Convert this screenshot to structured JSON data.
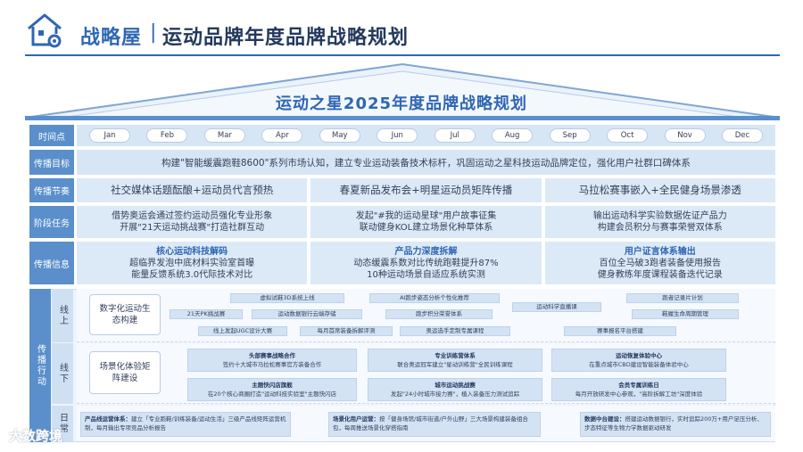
{
  "header": {
    "brand": "战略屋",
    "separator": "|",
    "title": "运动品牌年度品牌战略规划"
  },
  "roof_title": "运动之星2025年度品牌战略规划",
  "timeline": {
    "label": "时间点",
    "months": [
      "Jan",
      "Feb",
      "Mar",
      "Apr",
      "May",
      "Jun",
      "Jul",
      "Aug",
      "Sep",
      "Oct",
      "Nov",
      "Dec"
    ]
  },
  "goal": {
    "label": "传播目标",
    "text": "构建\"智能缓震跑鞋8600\"系列市场认知，建立专业运动装备技术标杆，巩固运动之星科技运动品牌定位，强化用户社群口碑体系"
  },
  "rhythm": {
    "label": "传播节奏",
    "items": [
      "社交媒体话题酝酿+运动员代言预热",
      "春夏新品发布会+明星运动员矩阵传播",
      "马拉松赛事嵌入+全民健身场景渗透"
    ]
  },
  "tasks": {
    "label": "阶段任务",
    "items": [
      {
        "line1": "借势奥运会通过签约运动员强化专业形象",
        "line2": "开展\"21天运动挑战赛\"打造社群互动"
      },
      {
        "line1": "发起\"#我的运动星球\"用户故事征集",
        "line2": "联动健身KOL建立场景化种草体系"
      },
      {
        "line1": "输出运动科学实验数据佐证产品力",
        "line2": "构建会员积分与赛事荣誉双体系"
      }
    ]
  },
  "info": {
    "label": "传播信息",
    "items": [
      {
        "title": "核心运动科技解码",
        "line1": "超临界发泡中底材料实验室首曝",
        "line2": "能量反馈系统3.0代际技术对比"
      },
      {
        "title": "产品力深度拆解",
        "line1": "动态缓震系数对比传统跑鞋提升87%",
        "line2": "10种运动场景自适应系统实测"
      },
      {
        "title": "用户证言体系输出",
        "line1": "百位全马破3跑者装备使用报告",
        "line2": "健身教练年度课程装备迭代记录"
      }
    ]
  },
  "propagation": {
    "label": "传播行动",
    "online": {
      "label": "线上",
      "box": "数字化运动生态构建",
      "tags": [
        "虚拟试鞋3D系统上线",
        "AI跑步姿态分析个性化推荐",
        "跑者记录片计划",
        "21天PK挑战赛",
        "运动数据银行云端存储",
        "跑步积分荣誉体系",
        "运动科学直播课",
        "鞋履生命周期管理",
        "线上发起UGC设计大赛",
        "每月首席装备拆解评测",
        "奥运选手定制专属课程",
        "赛事报名平台搭建"
      ]
    },
    "offline": {
      "label": "线下",
      "box": "场景化体验矩阵建设",
      "cards": [
        {
          "title": "头部赛事战略合作",
          "text": "签约十大城市马拉松赛事官方装备合作"
        },
        {
          "title": "专业训练营体系",
          "text": "联合奥运冠军建立\"星动训练营\"全民训练课程"
        },
        {
          "title": "运动恢复体验中心",
          "text": "在重点城市CBD建设智能装备体验中心"
        },
        {
          "title": "主题快闪店旗舰",
          "text": "在20个核心商圈打造\"运动科技实验室\"主题快闪店"
        },
        {
          "title": "城市运动挑战赛",
          "text": "发起\"24小时城市接力赛\"，植入装备压力测试追踪"
        },
        {
          "title": "会员专属训练日",
          "text": "每月开放研发中心参观，\"高阶拆解工坊\"深度体验"
        }
      ]
    },
    "daily": {
      "label": "日常",
      "items": [
        {
          "title": "产品线运营体系：",
          "text": "建立「专业跑鞋/训练装备/运动生活」三级产品线矩阵运营机制，每月输出专项竞品分析报告"
        },
        {
          "title": "场景化用户运营：",
          "text": "按「健身场馆/城市街道/户外山野」三大场景构建装备组合包，每周推送场景化穿搭指南"
        },
        {
          "title": "数据中台建设：",
          "text": "搭建运动数据银行，实时追踪200万+用户足压分析、步态特征等生物力学数据驱动研发"
        }
      ]
    }
  },
  "watermark": "大数跨境"
}
